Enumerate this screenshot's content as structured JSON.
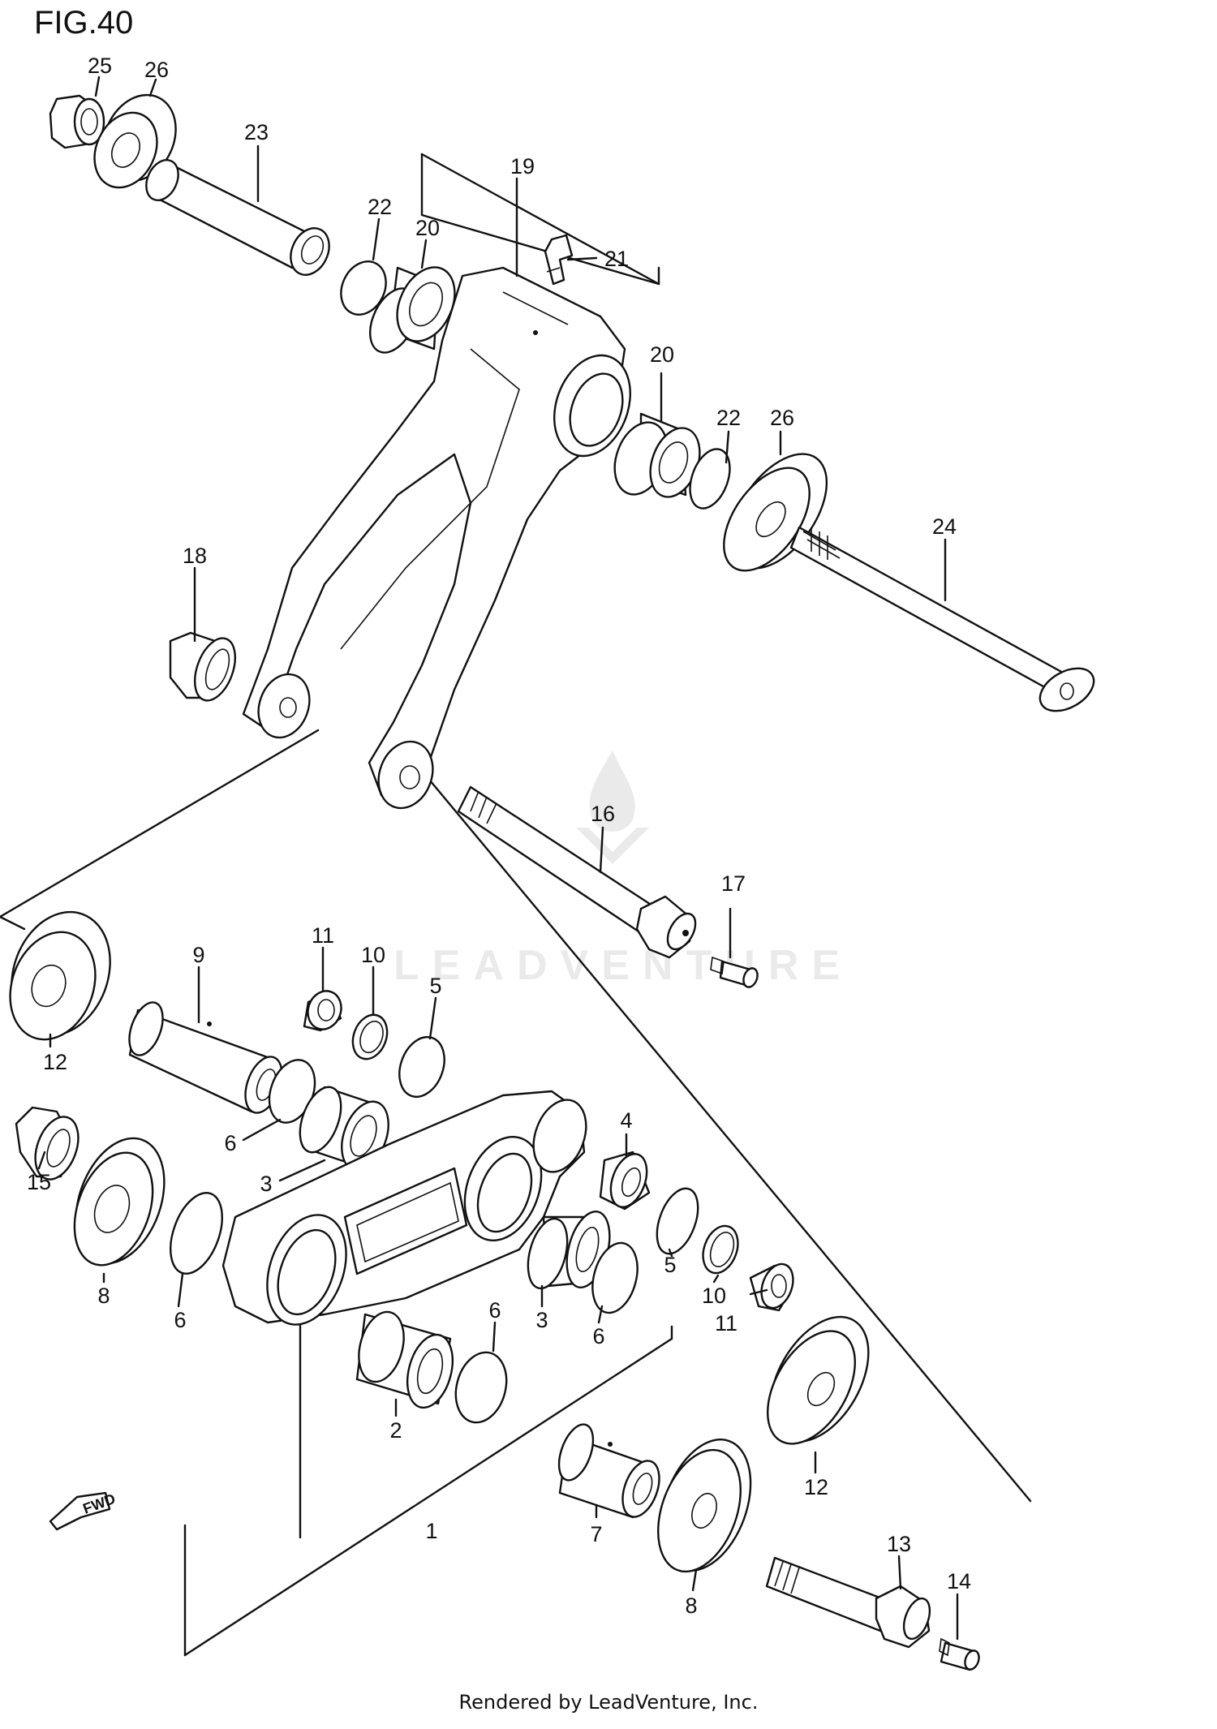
{
  "figure": {
    "title": "FIG.40"
  },
  "watermark": "LEADVENTURE",
  "footer": "Rendered by LeadVenture, Inc.",
  "parts": [
    {
      "ref": "1"
    },
    {
      "ref": "2"
    },
    {
      "ref": "3"
    },
    {
      "ref": "4"
    },
    {
      "ref": "5"
    },
    {
      "ref": "6"
    },
    {
      "ref": "7"
    },
    {
      "ref": "8"
    },
    {
      "ref": "9"
    },
    {
      "ref": "10"
    },
    {
      "ref": "11"
    },
    {
      "ref": "12"
    },
    {
      "ref": "13"
    },
    {
      "ref": "14"
    },
    {
      "ref": "15"
    },
    {
      "ref": "16"
    },
    {
      "ref": "17"
    },
    {
      "ref": "18"
    },
    {
      "ref": "19"
    },
    {
      "ref": "20"
    },
    {
      "ref": "21"
    },
    {
      "ref": "22"
    },
    {
      "ref": "23"
    },
    {
      "ref": "24"
    },
    {
      "ref": "25"
    },
    {
      "ref": "26"
    }
  ],
  "labels": {
    "l25": "25",
    "l26a": "26",
    "l23": "23",
    "l22a": "22",
    "l20a": "20",
    "l19": "19",
    "l21": "21",
    "l20b": "20",
    "l22b": "22",
    "l26b": "26",
    "l24": "24",
    "l18": "18",
    "l16": "16",
    "l17": "17",
    "l12a": "12",
    "l9": "9",
    "l11a": "11",
    "l10a": "10",
    "l5a": "5",
    "l6a": "6",
    "l3a": "3",
    "l15": "15",
    "l8a": "8",
    "l6b": "6",
    "l4": "4",
    "l5b": "5",
    "l10b": "10",
    "l11b": "11",
    "l3b": "3",
    "l6c": "6",
    "l6d": "6",
    "l2": "2",
    "l12b": "12",
    "l1": "1",
    "l7": "7",
    "l8b": "8",
    "l13": "13",
    "l14": "14"
  },
  "fwd_icon": "FWD",
  "colors": {
    "line": "#111111",
    "background": "#ffffff"
  }
}
